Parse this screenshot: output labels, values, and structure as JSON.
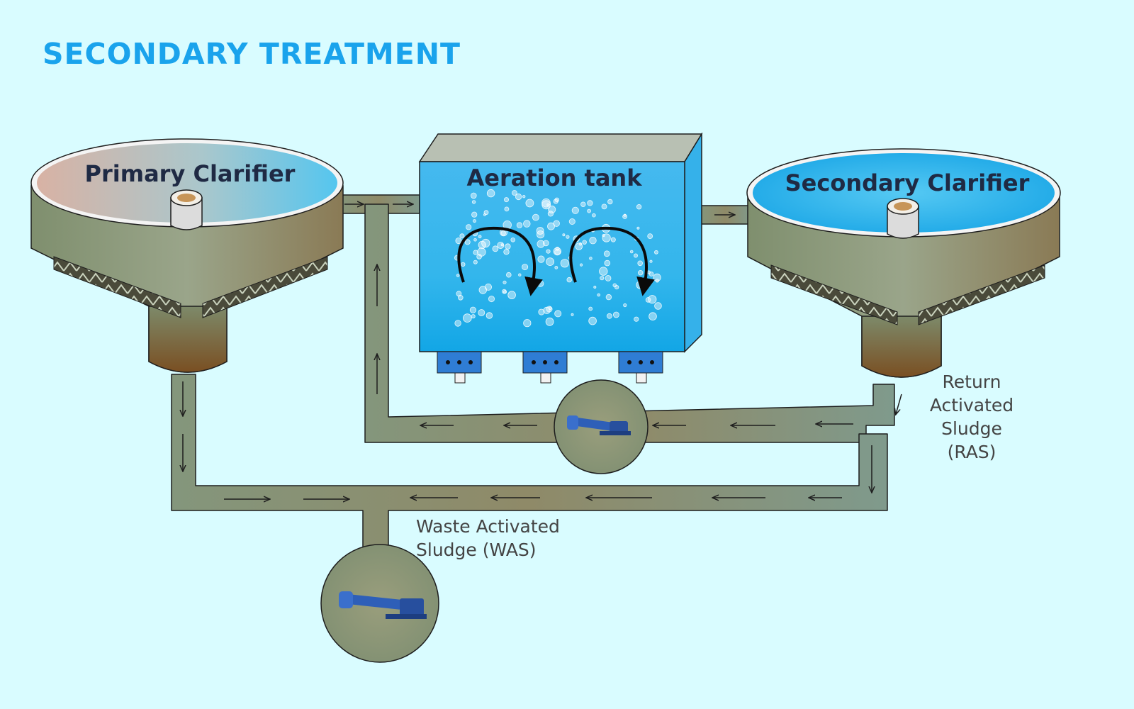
{
  "title": "SECONDARY TREATMENT",
  "tanks": {
    "primary": "Primary Clarifier",
    "aeration": "Aeration tank",
    "secondary": "Secondary Clarifier"
  },
  "flows": {
    "ras": [
      "Return",
      "Activated",
      "Sludge",
      "(RAS)"
    ],
    "was": [
      "Waste Activated",
      "Sludge (WAS)"
    ]
  },
  "colors": {
    "background": "#d9fcff",
    "title": "#1aa3ec",
    "water": "#4fc3f0",
    "pipe": "#8a9a80",
    "sludge": "#8a5a2a",
    "pump": "#2e5fb8"
  },
  "icons": [
    "pump-icon",
    "flow-arrow-icon",
    "circulation-arrow-icon",
    "air-bubble-icon",
    "diffuser-icon"
  ]
}
